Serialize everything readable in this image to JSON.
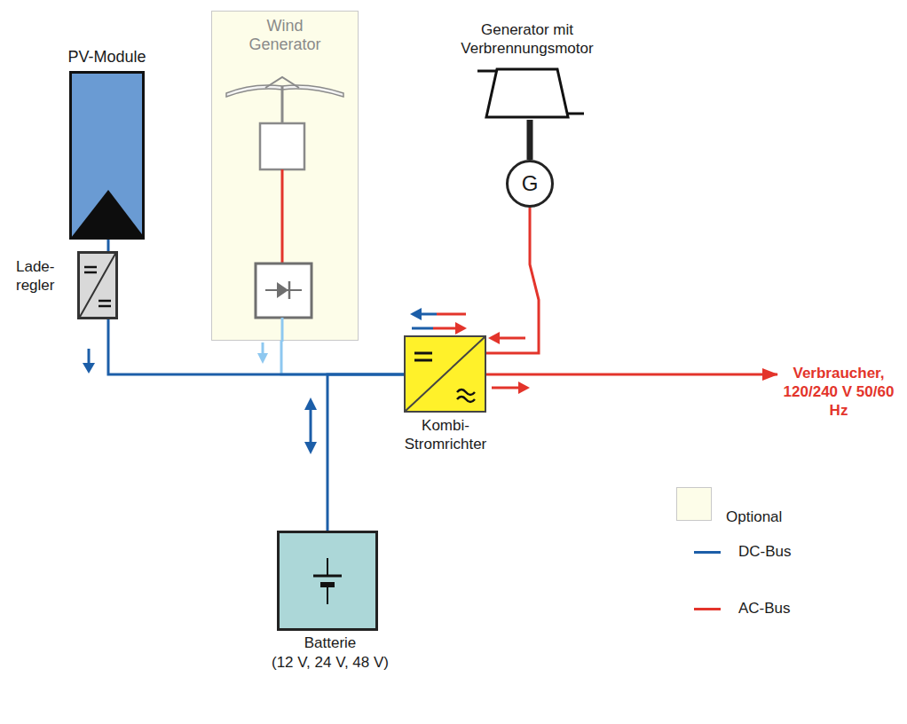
{
  "diagram": {
    "nodes": [
      {
        "text": [
          "PV-Module"
        ]
      },
      {
        "text": [
          "Lade- regler"
        ]
      },
      {
        "text": [
          "Wind Generator"
        ]
      },
      {
        "text": [
          "Generator mit Verbrennungsmotor"
        ]
      },
      {
        "text": [
          "G"
        ]
      },
      {
        "text": [
          "Kombi- Stromrichter"
        ]
      },
      {
        "text": [
          "Batterie",
          "(12 V, 24 V, 48 V)"
        ]
      },
      {
        "text": [
          "Verbraucher, 120/240 V 50/60 Hz"
        ]
      }
    ],
    "edges": [
      {
        "from": 0,
        "to": 1,
        "arrow": "none"
      },
      {
        "from": 2,
        "to": 5,
        "arrow": "none"
      },
      {
        "from": 1,
        "to": 5,
        "arrow": "none"
      },
      {
        "from": 3,
        "to": 4,
        "arrow": "none"
      },
      {
        "from": 4,
        "to": 5,
        "arrow": "none"
      },
      {
        "from": 6,
        "to": 5,
        "arrow": "none"
      },
      {
        "from": 5,
        "to": 7,
        "arrow": "to"
      }
    ],
    "legend": [
      {
        "text": "Optional",
        "color": "#fdfde9"
      },
      {
        "text": "DC-Bus"
      },
      {
        "text": "AC-Bus"
      }
    ]
  }
}
